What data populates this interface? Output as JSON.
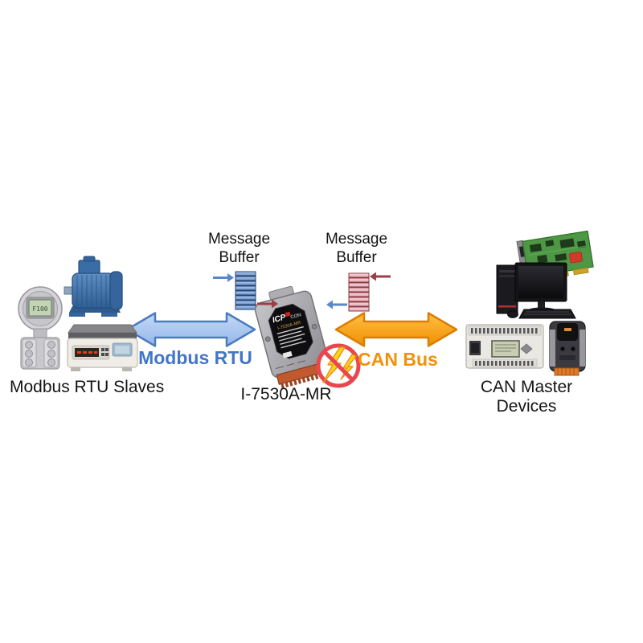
{
  "diagram": {
    "modbus_side": {
      "label": "Modbus RTU Slaves",
      "bus_label": "Modbus RTU",
      "bus_color": "#4176C8",
      "devices": [
        "pressure-transmitter",
        "induction-motor",
        "weighing-scale"
      ],
      "transmitter_lcd": "F100"
    },
    "converter": {
      "model": "I-7530A-MR",
      "logo_top": "ICP",
      "logo_bottom": "CON",
      "label_model": "I-7530A-MR",
      "isolation_icon": "no-surge-lightning-icon"
    },
    "can_side": {
      "label": "CAN Master Devices",
      "bus_label": "CAN Bus",
      "bus_color": "#F0920A",
      "devices": [
        "can-pci-card",
        "desktop-computer",
        "plc-controller",
        "can-slave-module"
      ]
    },
    "buffers": {
      "left": {
        "line1": "Message",
        "line2": "Buffer",
        "fill": "#7FA6DC",
        "border": "#24426F"
      },
      "right": {
        "line1": "Message",
        "line2": "Buffer",
        "fill": "#EDBDC5",
        "border": "#8E3A42"
      }
    },
    "flow_arrows": {
      "into_left_buffer": "blue-right-arrow",
      "out_of_left_buffer": "red-right-arrow",
      "into_right_buffer": "red-left-arrow",
      "out_of_right_buffer": "blue-left-arrow"
    }
  }
}
